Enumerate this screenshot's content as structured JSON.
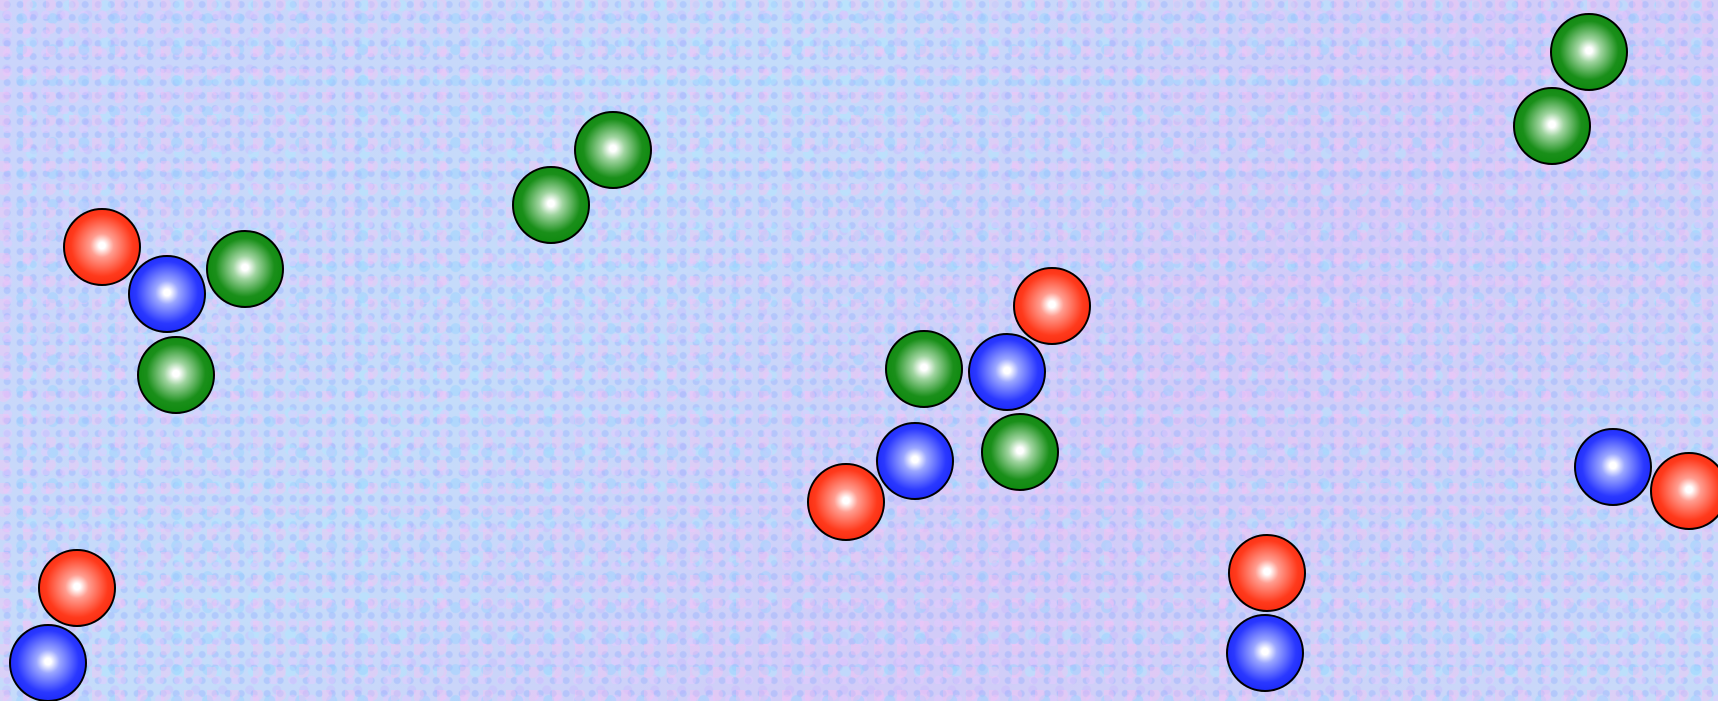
{
  "game": {
    "colors": {
      "red": "#ff2a10",
      "blue": "#1a28ff",
      "green": "#0a8a0a",
      "outline": "#000000",
      "background": "#c9d6f7"
    },
    "molecules": [
      {
        "name": "molecule-1",
        "atoms": [
          "red",
          "blue",
          "green",
          "green"
        ]
      },
      {
        "name": "molecule-2",
        "atoms": [
          "green",
          "green"
        ]
      },
      {
        "name": "molecule-3",
        "atoms": [
          "green",
          "green"
        ]
      },
      {
        "name": "molecule-4",
        "atoms": [
          "red",
          "green",
          "blue",
          "blue",
          "green",
          "red"
        ]
      },
      {
        "name": "molecule-5",
        "atoms": [
          "blue",
          "red"
        ]
      },
      {
        "name": "molecule-6",
        "atoms": [
          "red",
          "blue"
        ]
      },
      {
        "name": "molecule-7",
        "atoms": [
          "red",
          "blue"
        ]
      }
    ]
  }
}
